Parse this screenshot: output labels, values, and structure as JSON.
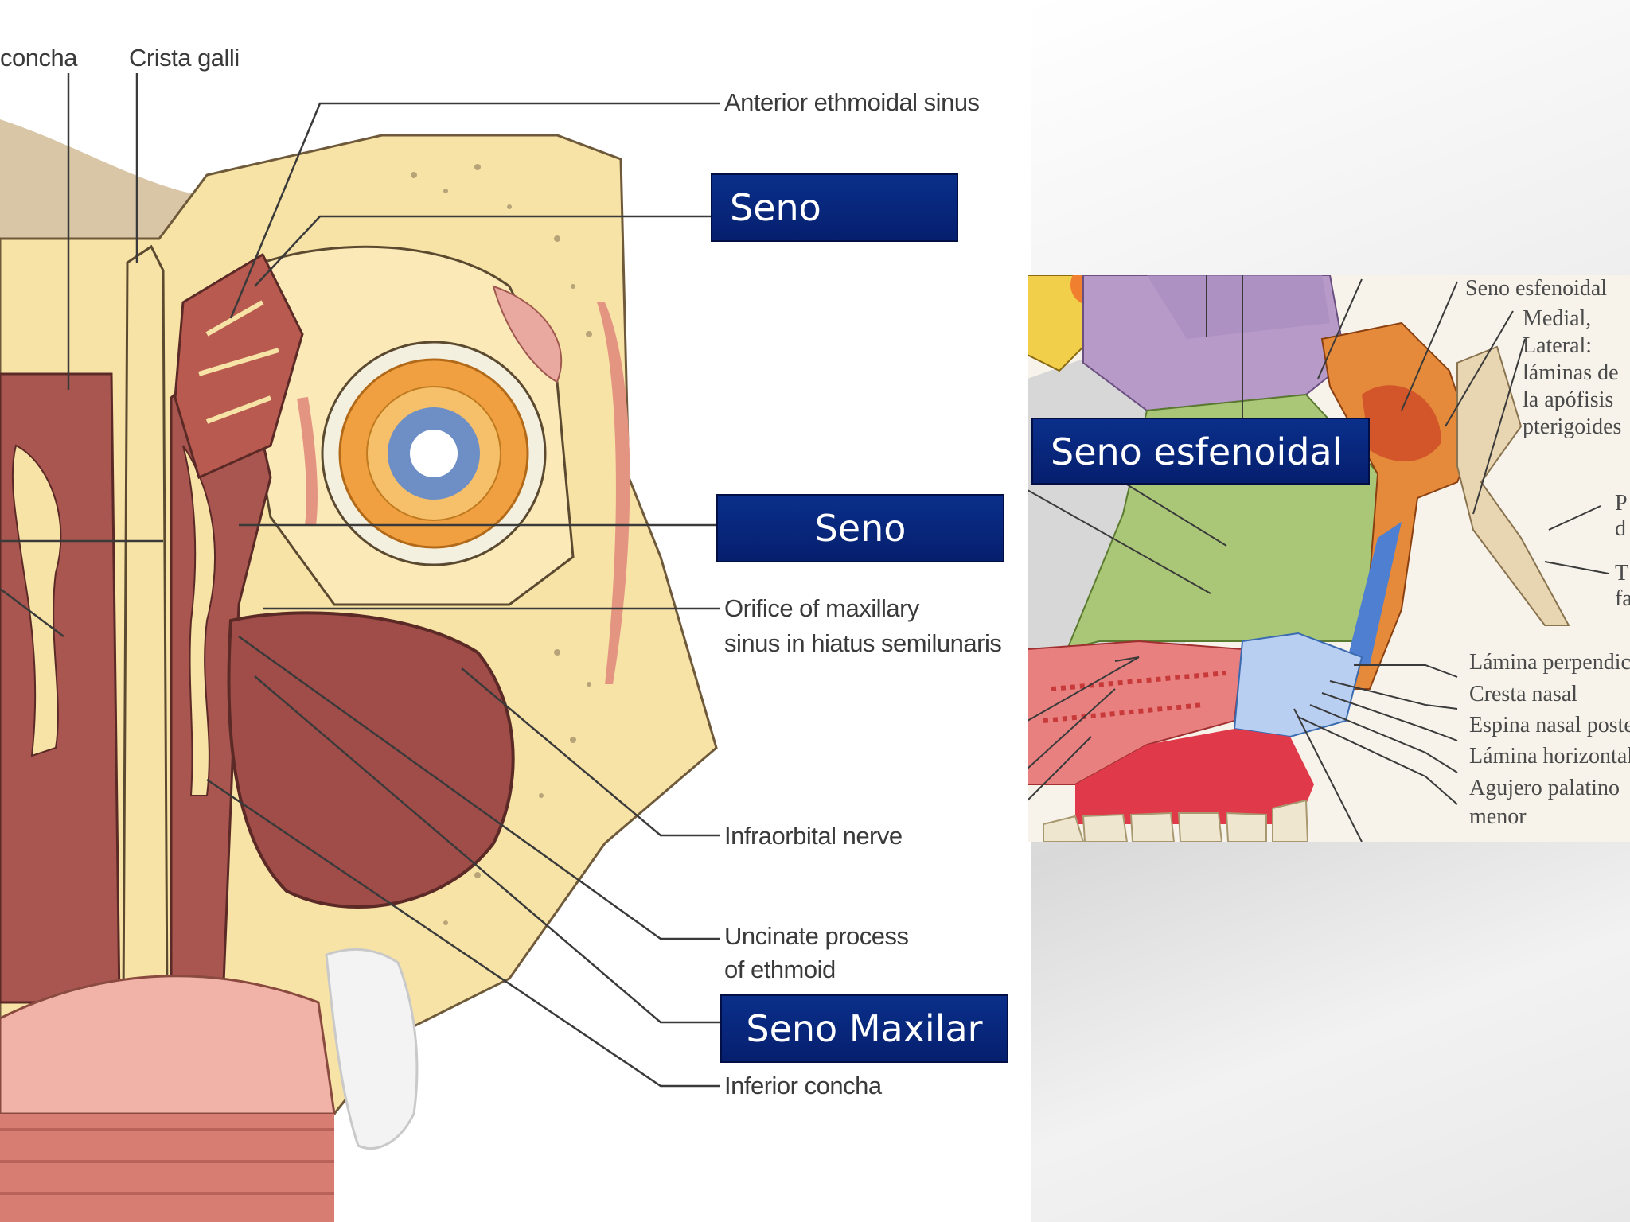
{
  "left_figure": {
    "labels": {
      "concha_top": "concha",
      "crista_galli": "Crista galli",
      "anterior_ethmoidal_sinus": "Anterior ethmoidal sinus",
      "orifice_line1": "Orifice of maxillary",
      "orifice_line2": "sinus in hiatus semilunaris",
      "infraorbital_nerve": "Infraorbital nerve",
      "uncinate_line1": "Uncinate process",
      "uncinate_line2": "of ethmoid",
      "inferior_concha": "Inferior concha"
    },
    "boxes": {
      "box1": "Seno",
      "box2": "Seno",
      "box3": "Seno Maxilar"
    }
  },
  "right_figure": {
    "box": "Seno esfenoidal",
    "labels": {
      "seno_esfenoidal": "Seno esfenoidal",
      "medial": "Medial,",
      "lateral": "Lateral:",
      "laminas_de": "láminas de",
      "apofisis": "la apófisis",
      "pterigoides": "pterigoides",
      "cut1a": "P",
      "cut1b": "d",
      "cut2a": "T",
      "cut2b": "fa",
      "lamina_perpendicular": "Lámina perpendic",
      "cresta_nasal": "Cresta nasal",
      "espina_nasal": "Espina nasal poste",
      "lamina_horizontal": "Lámina horizontal",
      "agujero_line1": "Agujero palatino",
      "agujero_line2": "menor"
    }
  },
  "colors": {
    "box_blue": "#0a2f8a",
    "bone_yellow": "#f7e3a6",
    "tissue_red": "#a8564f",
    "eye_orange": "#f0a040",
    "green_region": "#a9c777",
    "purple_region": "#b79ac8"
  }
}
